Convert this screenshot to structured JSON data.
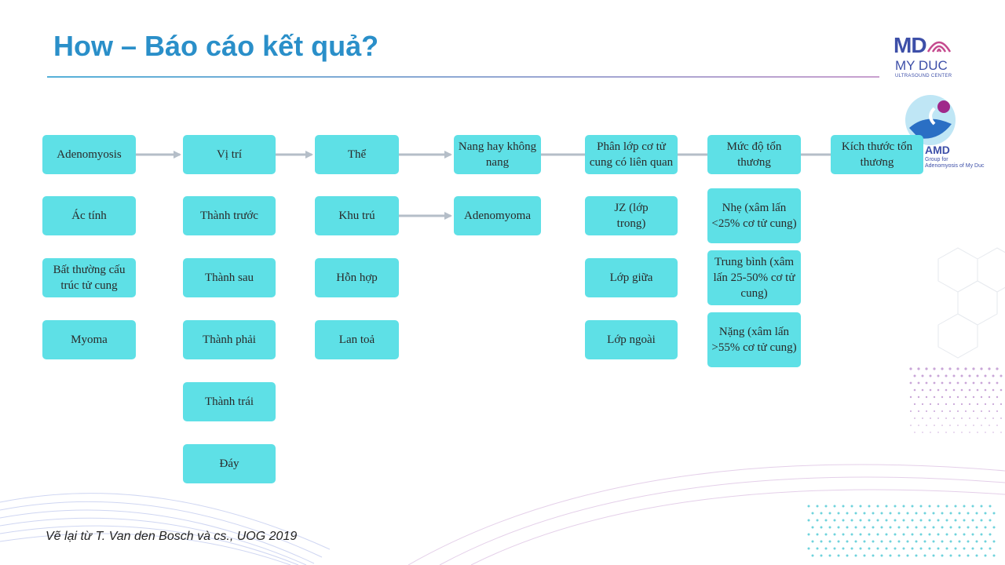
{
  "title": "How – Báo cáo kết quả?",
  "footnote": "Vẽ lại từ T. Van den Bosch và cs., UOG 2019",
  "logo": {
    "md": "MD",
    "name": "MY DUC",
    "sub": "ULTRASOUND CENTER",
    "amd": "AMD",
    "amd_sub_1": "Group for",
    "amd_sub_2": "Adenomyosis of My Duc"
  },
  "colors": {
    "box": "#5ee0e6",
    "arrow": "#b5bec8",
    "title": "#2a8fc9"
  },
  "diagram": {
    "header": [
      "Adenomyosis",
      "Vị trí",
      "Thể",
      "Nang hay không nang",
      "Phân lớp cơ tử cung có liên quan",
      "Mức độ tổn thương",
      "Kích thước tổn thương"
    ],
    "col1": [
      "Ác tính",
      "Bất thường cấu trúc tử cung",
      "Myoma"
    ],
    "col2": [
      "Thành trước",
      "Thành sau",
      "Thành phải",
      "Thành trái",
      "Đáy"
    ],
    "col3": [
      "Khu trú",
      "Hỗn hợp",
      "Lan toả"
    ],
    "col4": [
      "Adenomyoma"
    ],
    "col5": [
      "JZ (lớp trong)",
      "Lớp giữa",
      "Lớp ngoài"
    ],
    "col6": [
      "Nhẹ (xâm lấn <25% cơ tử cung)",
      "Trung bình (xâm lấn 25-50% cơ tử cung)",
      "Nặng (xâm lấn >55% cơ tử cung)"
    ]
  }
}
